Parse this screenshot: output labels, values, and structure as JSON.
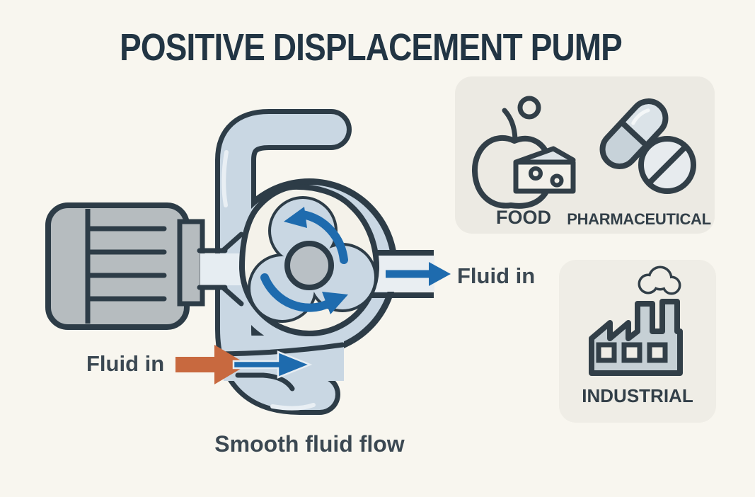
{
  "title": "POSITIVE DISPLACEMENT PUMP",
  "diagram": {
    "outlet_label": "Fluid in",
    "inlet_label": "Fluid in",
    "caption": "Smooth fluid flow",
    "icons": [
      "motor-icon",
      "pump-casing-icon",
      "tri-lobe-rotor-icon",
      "rotation-arrow-icon",
      "inlet-arrow-icon",
      "outlet-arrow-icon"
    ]
  },
  "applications": {
    "food_pharma_card": {
      "labels": [
        "FOOD",
        "PHARMACEUTICAL"
      ],
      "icons": [
        "apple-cheese-icon",
        "capsule-tablet-icon"
      ]
    },
    "industrial_card": {
      "labels": [
        "INDUSTRIAL"
      ],
      "icons": [
        "factory-icon"
      ]
    }
  },
  "colors": {
    "background": "#f8f6ef",
    "ink_outline": "#2d3c47",
    "pipe_fill": "#c9d7e3",
    "motor_gray": "#b6bcbf",
    "accent_blue": "#1e6bae",
    "accent_orange": "#c8693f",
    "card_bg": "#eceae3"
  }
}
